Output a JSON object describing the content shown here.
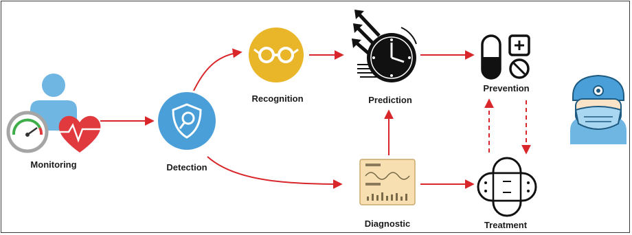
{
  "nodes": {
    "monitoring": {
      "label": "Monitoring",
      "icon": "person-gauge-heart-icon"
    },
    "detection": {
      "label": "Detection",
      "icon": "shield-magnifier-icon"
    },
    "recognition": {
      "label": "Recognition",
      "icon": "glasses-icon"
    },
    "prediction": {
      "label": "Prediction",
      "icon": "clock-arrows-icon"
    },
    "diagnostic": {
      "label": "Diagnostic",
      "icon": "chart-report-icon"
    },
    "prevention": {
      "label": "Prevention",
      "icon": "pill-medkit-icon"
    },
    "treatment": {
      "label": "Treatment",
      "icon": "bandage-icon"
    },
    "doctor": {
      "icon": "doctor-mask-icon"
    }
  },
  "colors": {
    "arrow": "#d9262a",
    "blue": "#4a9fd9",
    "light_blue": "#6fb6e3",
    "yellow": "#e9b62a",
    "red": "#e03a3e",
    "dark": "#111111",
    "report_bg": "#f7dfb1"
  }
}
